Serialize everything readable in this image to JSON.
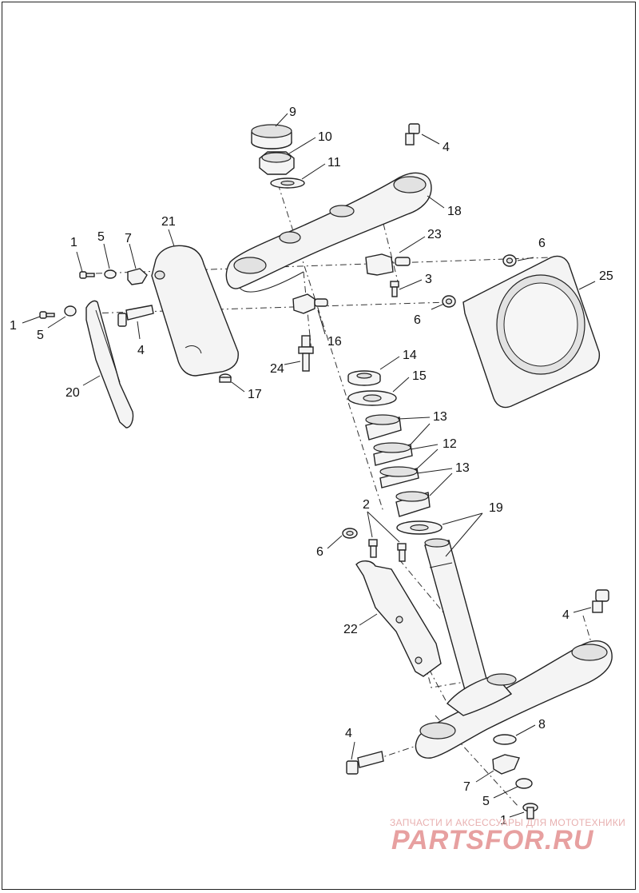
{
  "watermark": {
    "line1": "ЗАПЧАСТИ И АКСЕССУАРЫ ДЛЯ МОТОТЕХНИКИ",
    "line2": "PARTSFOR.RU"
  },
  "callouts": {
    "c1a": "1",
    "c1b": "1",
    "c1c": "1",
    "c2": "2",
    "c3": "3",
    "c4a": "4",
    "c4b": "4",
    "c4c": "4",
    "c4d": "4",
    "c5a": "5",
    "c5b": "5",
    "c5c": "5",
    "c6a": "6",
    "c6b": "6",
    "c6c": "6",
    "c7a": "7",
    "c7b": "7",
    "c8": "8",
    "c9": "9",
    "c10": "10",
    "c11": "11",
    "c12": "12",
    "c13a": "13",
    "c13b": "13",
    "c14": "14",
    "c15": "15",
    "c16": "16",
    "c17": "17",
    "c18": "18",
    "c19": "19",
    "c20": "20",
    "c21": "21",
    "c22": "22",
    "c23": "23",
    "c24": "24",
    "c25": "25"
  }
}
